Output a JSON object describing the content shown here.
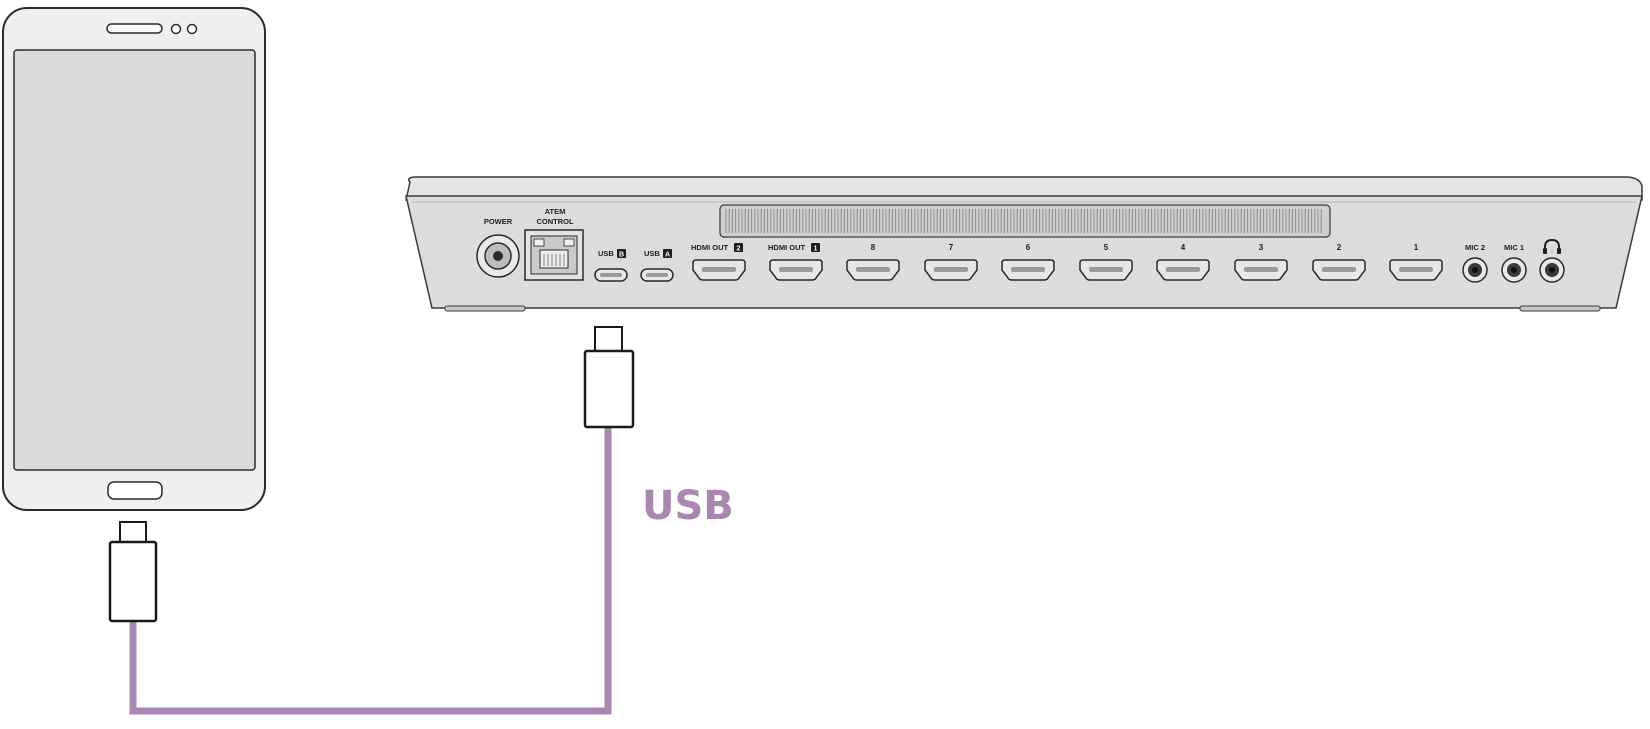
{
  "cable": {
    "label": "USB",
    "color": "#a987b0"
  },
  "device": {
    "port_labels": {
      "power": "POWER",
      "atem_line1": "ATEM",
      "atem_line2": "CONTROL",
      "usb_b": "USB",
      "usb_a": "USB",
      "hdmi_out_2": "HDMI OUT",
      "hdmi_out_1": "HDMI OUT",
      "hdmi_in": [
        "8",
        "7",
        "6",
        "5",
        "4",
        "3",
        "2",
        "1"
      ],
      "mic_2": "MIC 2",
      "mic_1": "MIC 1"
    },
    "headphone_icon": "headphones-icon",
    "body_color": "#e2e2e2",
    "panel_color": "#d6d6d6"
  },
  "phone": {
    "screen_color": "#d9d9d9",
    "body_color": "#efefef",
    "outline_color": "#2a2a2a"
  }
}
